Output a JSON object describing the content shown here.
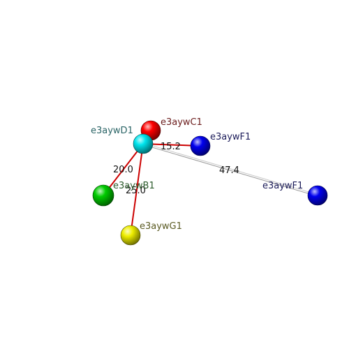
{
  "nodes": [
    {
      "id": "C1",
      "label": "e3aywC1",
      "color": "#ff0000",
      "label_color": "#6b1c1c"
    },
    {
      "id": "D1",
      "label": "e3aywD1",
      "color": "#00e5ee",
      "label_color": "#2a6466"
    },
    {
      "id": "F1a",
      "label": "e3aywF1",
      "color": "#0000ee",
      "label_color": "#1c1c5a"
    },
    {
      "id": "F1b",
      "label": "e3aywF1",
      "color": "#0000ee",
      "label_color": "#1c1c5a"
    },
    {
      "id": "B1",
      "label": "e3aywB1",
      "color": "#00cc00",
      "label_color": "#2a5a2a"
    },
    {
      "id": "G1",
      "label": "e3aywG1",
      "color": "#eeee00",
      "label_color": "#5a5a22"
    }
  ],
  "edges": [
    {
      "from": "D1",
      "to": "F1a",
      "distance": "15.2",
      "color": "#cc0000"
    },
    {
      "from": "D1",
      "to": "F1b",
      "distance": "47.4",
      "color": "#bbbbbb"
    },
    {
      "from": "D1",
      "to": "B1",
      "distance": "20.0",
      "color": "#cc0000"
    },
    {
      "from": "D1",
      "to": "G1",
      "distance": "25.0",
      "color": "#cc0000"
    },
    {
      "from": "D1",
      "to": "C1",
      "distance": "",
      "color": "#cc0000"
    }
  ]
}
